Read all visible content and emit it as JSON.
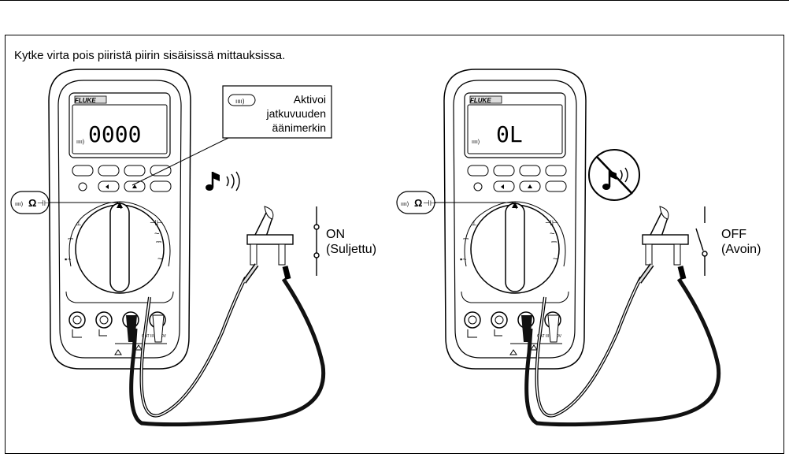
{
  "caption": "Kytke virta pois piiristä piirin sisäisissä mittauksissa.",
  "left_panel": {
    "brand": "FLUKE",
    "display_reading": "0000",
    "callout": {
      "line1": "Aktivoi",
      "line2": "jatkuvuuden",
      "line3": "äänimerkin"
    },
    "dial_label": "Ω",
    "switch_state": "ON",
    "switch_state_detail": "(Suljettu)"
  },
  "right_panel": {
    "brand": "FLUKE",
    "display_reading": "0L",
    "dial_label": "Ω",
    "switch_state": "OFF",
    "switch_state_detail": "(Avoin)"
  },
  "colors": {
    "ink": "#000000",
    "meter_fill": "#ffffff",
    "lead_black": "#111111",
    "probe_grey": "#cccccc"
  },
  "icons": [
    "music-note-icon",
    "sound-waves-icon",
    "no-sound-icon",
    "beeper-button-icon",
    "continuity-symbol-icon"
  ]
}
